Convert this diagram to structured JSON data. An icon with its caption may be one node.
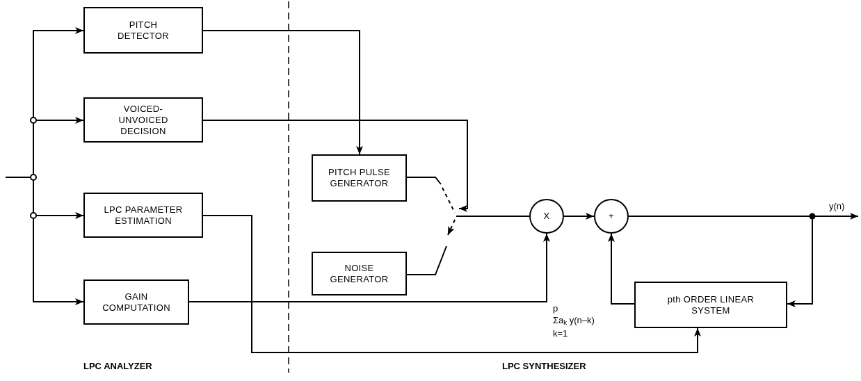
{
  "diagram": {
    "nodes": [
      {
        "text": [
          "PITCH DETECTOR"
        ]
      },
      {
        "text": [
          "VOICED- UNVOICED DECISION"
        ]
      },
      {
        "text": [
          "LPC PARAMETER ESTIMATION"
        ]
      },
      {
        "text": [
          "GAIN COMPUTATION"
        ]
      },
      {
        "text": [
          "PITCH PULSE GENERATOR"
        ]
      },
      {
        "text": [
          "NOISE GENERATOR"
        ]
      },
      {
        "text": [
          "X"
        ]
      },
      {
        "text": [
          "+"
        ]
      },
      {
        "text": [
          "pth ORDER LINEAR SYSTEM"
        ]
      },
      {
        "text": [],
        "shape": "switch"
      }
    ],
    "edges": [
      {
        "from": null,
        "to": 0,
        "arrow": "to"
      },
      {
        "from": null,
        "to": 1,
        "arrow": "to"
      },
      {
        "from": null,
        "to": 2,
        "arrow": "to"
      },
      {
        "from": null,
        "to": 3,
        "arrow": "to"
      },
      {
        "from": 0,
        "to": 4,
        "arrow": "to"
      },
      {
        "from": 1,
        "to": 9,
        "arrow": "to"
      },
      {
        "from": 4,
        "to": 9,
        "arrow": "none"
      },
      {
        "from": 5,
        "to": 9,
        "arrow": "none"
      },
      {
        "from": 9,
        "to": 6,
        "arrow": "none"
      },
      {
        "from": 3,
        "to": 6,
        "arrow": "to"
      },
      {
        "from": 6,
        "to": 7,
        "arrow": "to"
      },
      {
        "from": 7,
        "to": null,
        "arrow": "to",
        "label": "y(n)"
      },
      {
        "from": 7,
        "to": 8,
        "arrow": "to"
      },
      {
        "from": 8,
        "to": 7,
        "arrow": "to"
      },
      {
        "from": 2,
        "to": 8,
        "arrow": "to"
      }
    ],
    "labels": [
      "p",
      "Σa$_{k}$ y(n–k)",
      "k=1",
      "LPC ANALYZER",
      "LPC SYNTHESIZER"
    ]
  }
}
